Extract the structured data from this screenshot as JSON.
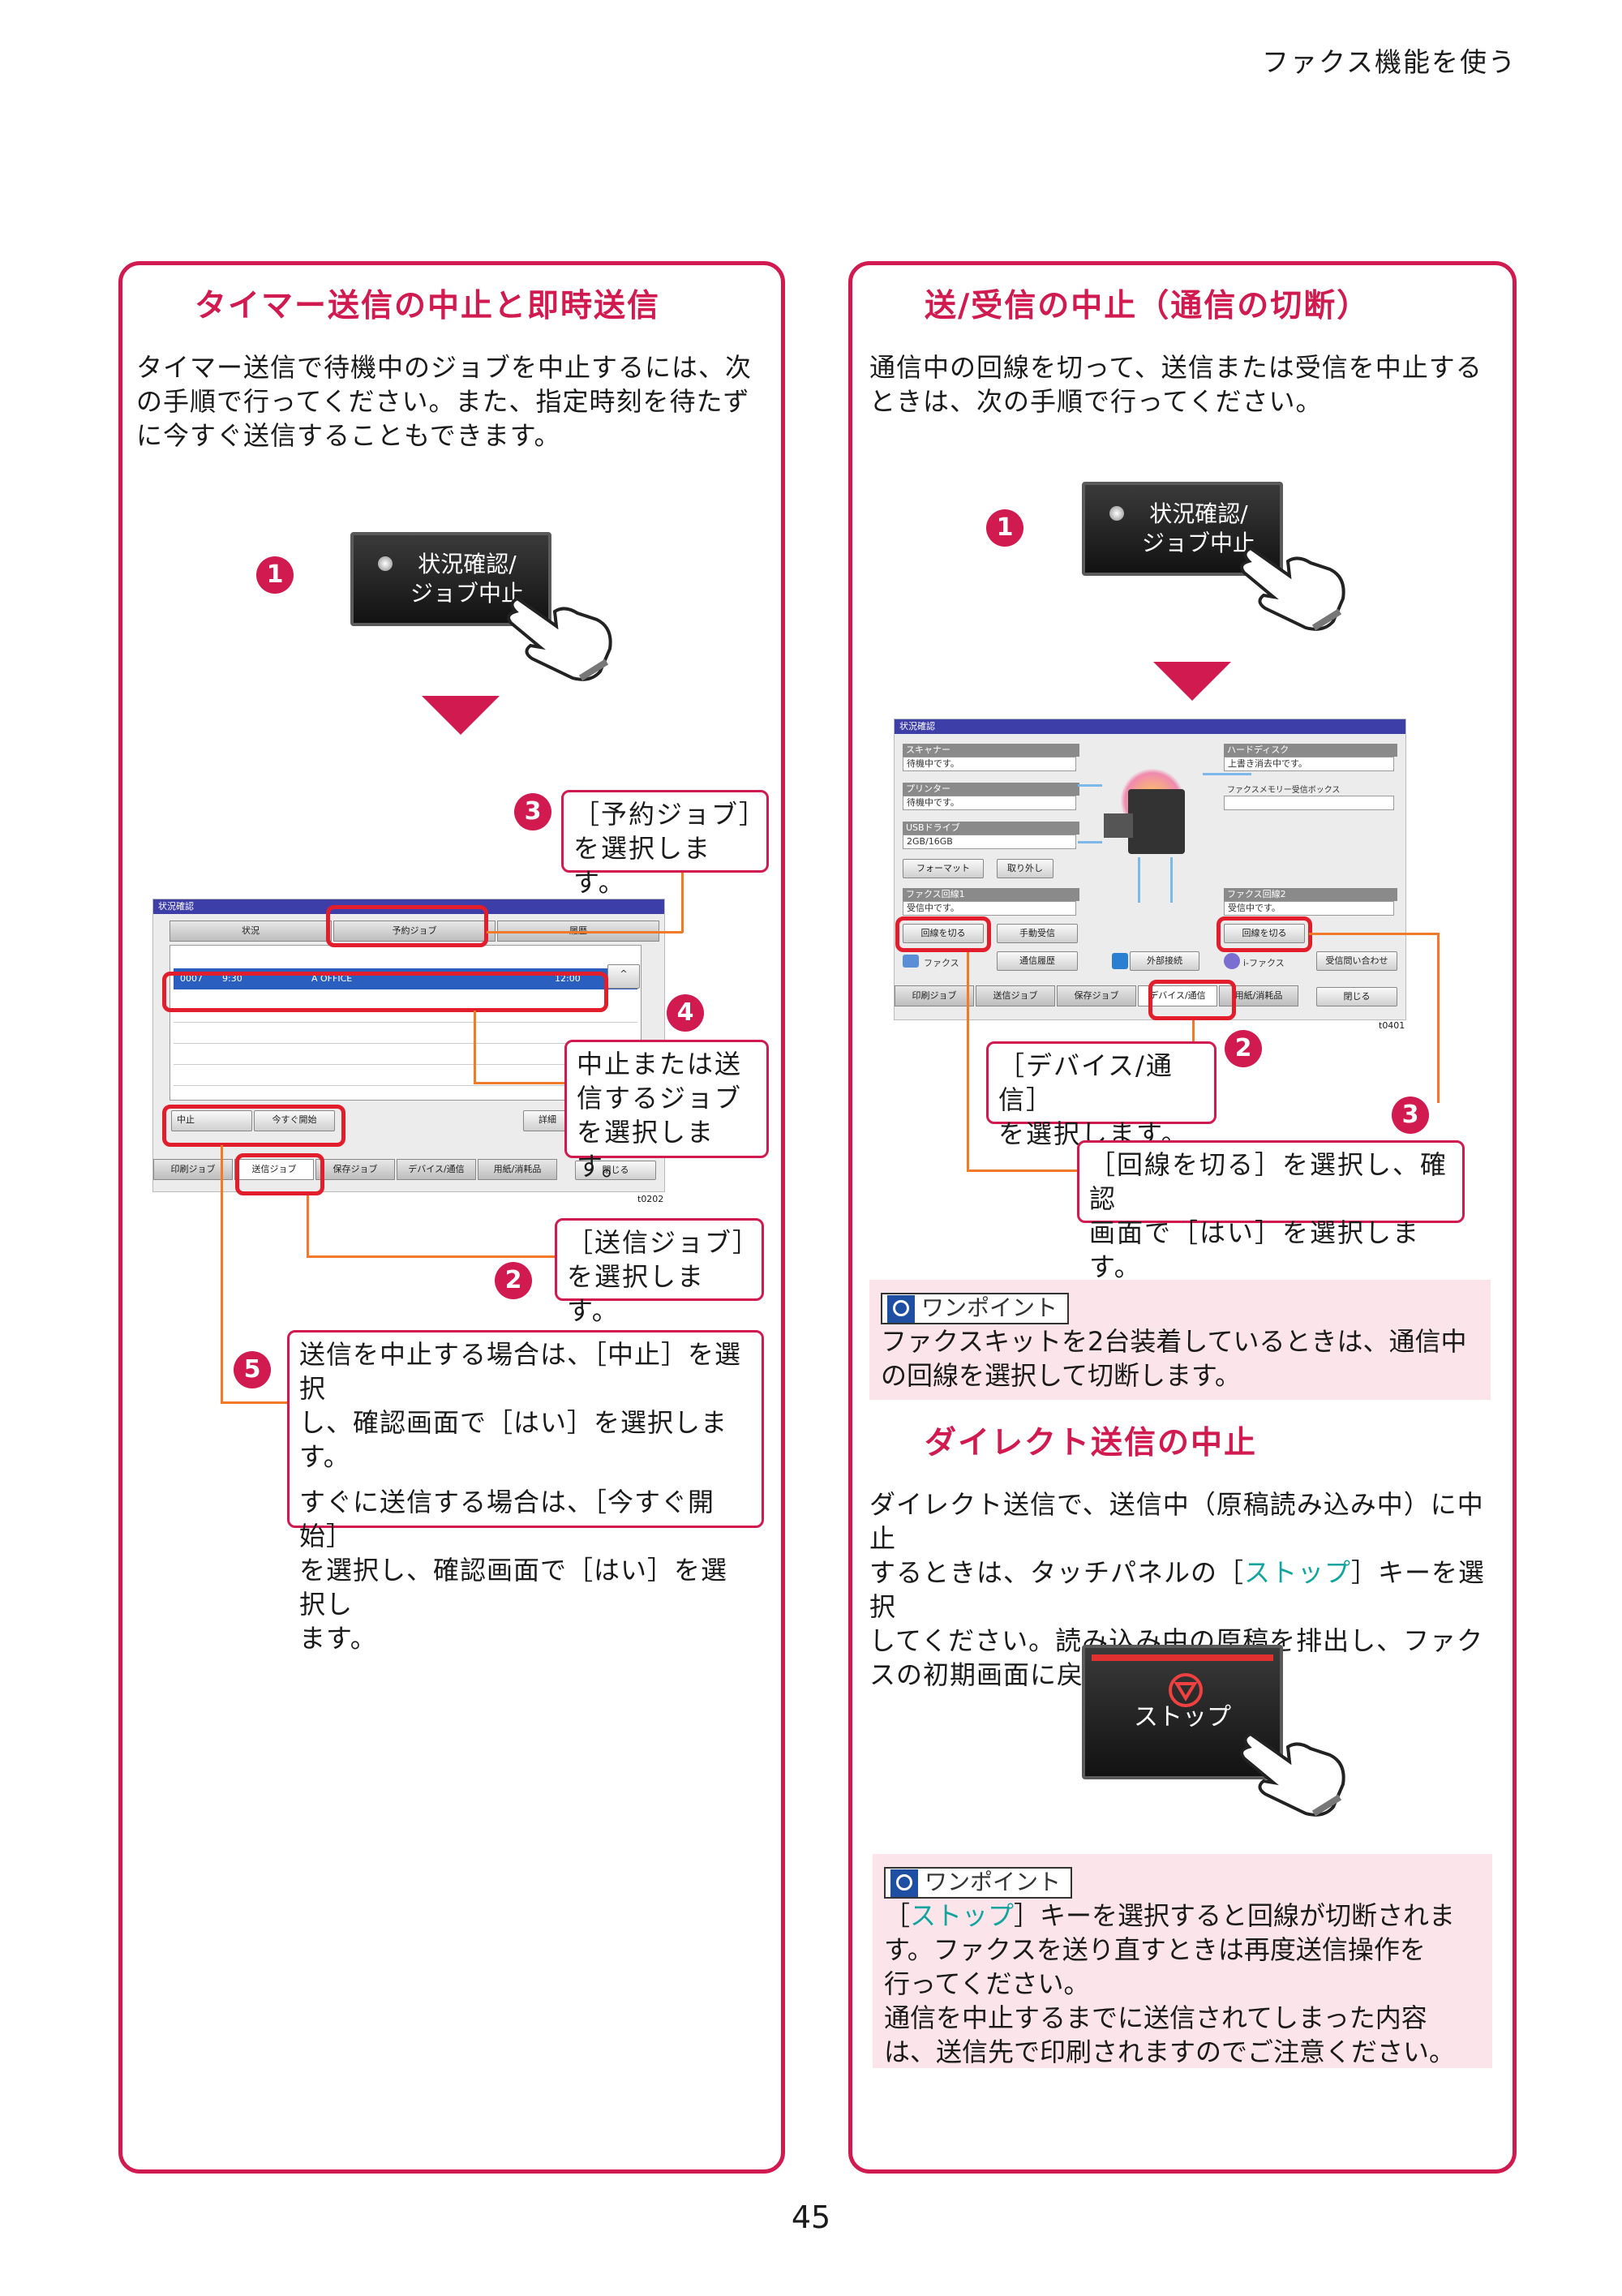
{
  "header": {
    "section": "ファクス機能を使う"
  },
  "page_number": "45",
  "left": {
    "title": "タイマー送信の中止と即時送信",
    "intro": [
      "タイマー送信で待機中のジョブを中止するには、次",
      "の手順で行ってください。また、指定時刻を待たず",
      "に今すぐ送信することもできます。"
    ],
    "key_button": [
      "状況確認/",
      "ジョブ中止"
    ],
    "steps": {
      "n1": "1",
      "n2": "2",
      "n3": "3",
      "n4": "4",
      "n5": "5"
    },
    "callout3": [
      "［予約ジョブ］",
      "を選択します。"
    ],
    "callout4": [
      "中止または送",
      "信するジョブ",
      "を選択します。"
    ],
    "callout2": [
      "［送信ジョブ］",
      "を選択します。"
    ],
    "callout5": [
      "送信を中止する場合は、［中止］を選択",
      "し、確認画面で［はい］を選択します。",
      "すぐに送信する場合は、［今すぐ開始］",
      "を選択し、確認画面で［はい］を選択し",
      "ます。"
    ],
    "screen": {
      "bar": "状況確認",
      "tabs": [
        "状況",
        "予約ジョブ",
        "履歴"
      ],
      "row": {
        "no": "0007",
        "time": "9:30",
        "dest": "A OFFICE",
        "sched": "12:00"
      },
      "buttons": {
        "stop": "中止",
        "start_now": "今すぐ開始",
        "detail": "詳細"
      },
      "bottom_tabs": [
        "印刷ジョブ",
        "送信ジョブ",
        "保存ジョブ",
        "デバイス/通信",
        "用紙/消耗品"
      ],
      "close": "閉じる",
      "code": "t0202"
    }
  },
  "right": {
    "title": "送/受信の中止（通信の切断）",
    "intro": [
      "通信中の回線を切って、送信または受信を中止する",
      "ときは、次の手順で行ってください。"
    ],
    "key_button": [
      "状況確認/",
      "ジョブ中止"
    ],
    "steps": {
      "n1": "1",
      "n2": "2",
      "n3": "3"
    },
    "callout2": [
      "［デバイス/通信］",
      "を選択します。"
    ],
    "callout3": [
      "［回線を切る］を選択し、確認",
      "画面で［はい］を選択します。"
    ],
    "screen": {
      "bar": "状況確認",
      "scanner": {
        "label": "スキャナー",
        "value": "待機中です。"
      },
      "printer": {
        "label": "プリンター",
        "value": "待機中です。"
      },
      "usb": {
        "label": "USBドライブ",
        "value": "2GB/16GB"
      },
      "format": "フォーマット",
      "remove": "取り外し",
      "fax1": {
        "label": "ファクス回線1",
        "value": "受信中です。"
      },
      "hdd": {
        "label": "ハードディスク",
        "value": "上書き消去中です。"
      },
      "faxmem": "ファクスメモリー受信ボックス",
      "fax2": {
        "label": "ファクス回線2",
        "value": "受信中です。"
      },
      "disconnect": "回線を切る",
      "manual_rx": "手動受信",
      "fax": "ファクス",
      "comm_log": "通信履歴",
      "ext": "外部接続",
      "ifax": "i-ファクス",
      "rx_inquiry": "受信問い合わせ",
      "bottom_tabs": [
        "印刷ジョブ",
        "送信ジョブ",
        "保存ジョブ",
        "デバイス/通信",
        "用紙/消耗品"
      ],
      "close": "閉じる",
      "code": "t0401"
    },
    "onepoint1": {
      "tag": "ワンポイント",
      "text": [
        "ファクスキットを2台装着しているときは、通信中",
        "の回線を選択して切断します。"
      ]
    },
    "title2": "ダイレクト送信の中止",
    "intro2": [
      "ダイレクト送信で、送信中（原稿読み込み中）に中止",
      "するときは、タッチパネルの［",
      "ストップ",
      "］キーを選択",
      "してください。読み込み中の原稿を排出し、ファク",
      "スの初期画面に戻ります。"
    ],
    "stop_button": "ストップ",
    "onepoint2": {
      "tag": "ワンポイント",
      "lines": [
        "［",
        "ストップ",
        "］キーを選択すると回線が切断されま",
        "す。ファクスを送り直すときは再度送信操作を",
        "行ってください。",
        "通信を中止するまでに送信されてしまった内容",
        "は、送信先で印刷されますのでご注意ください。"
      ]
    }
  },
  "colors": {
    "accent": "#d11a4f",
    "callout_line": "#f07a2a",
    "highlight": "#e21d2c",
    "onepoint_bg": "#fbe4ea",
    "teal": "#12a49e"
  }
}
